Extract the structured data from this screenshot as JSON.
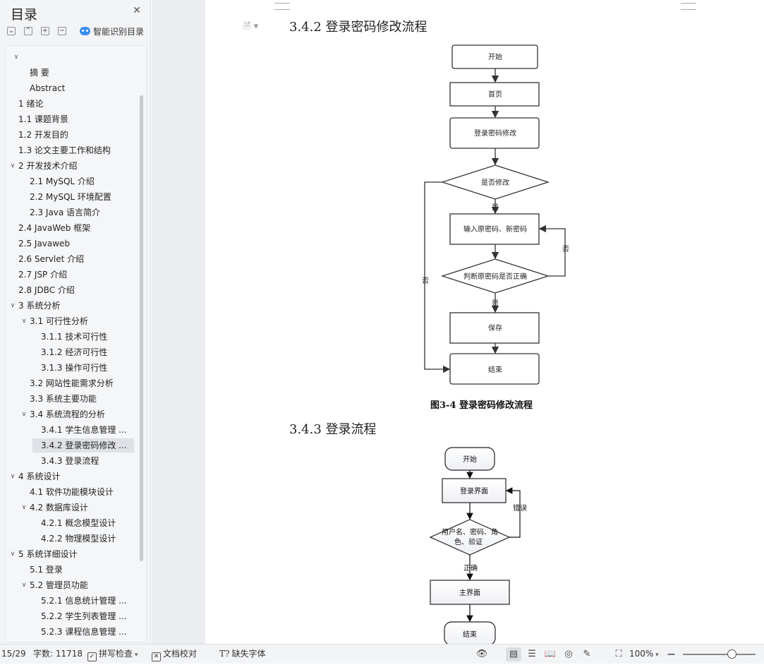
{
  "sidebar": {
    "title": "目录",
    "smart_toc_label": "智能识别目录",
    "toc_items": [
      {
        "label": "",
        "level": 0,
        "chevron": "down"
      },
      {
        "label": "摘    要",
        "level": 2
      },
      {
        "label": "Abstract",
        "level": 2
      },
      {
        "label": "1 绪论",
        "level": 1
      },
      {
        "label": "1.1 课题背景",
        "level": 1
      },
      {
        "label": "1.2 开发目的",
        "level": 1
      },
      {
        "label": "1.3  论文主要工作和结构",
        "level": 1
      },
      {
        "label": "2 开发技术介绍",
        "level": 1,
        "chevron": "down"
      },
      {
        "label": "2.1 MySQL  介绍",
        "level": 2
      },
      {
        "label": "2.2 MySQL 环境配置",
        "level": 2
      },
      {
        "label": "2.3 Java 语言简介",
        "level": 2
      },
      {
        "label": "2.4 JavaWeb 框架",
        "level": 1
      },
      {
        "label": "2.5 Javaweb",
        "level": 1
      },
      {
        "label": "2.6 Servlet 介绍",
        "level": 1
      },
      {
        "label": "2.7 JSP 介绍",
        "level": 1
      },
      {
        "label": "2.8 JDBC 介绍",
        "level": 1
      },
      {
        "label": "3 系统分析",
        "level": 1,
        "chevron": "down"
      },
      {
        "label": "3.1 可行性分析",
        "level": 2,
        "chevron": "down"
      },
      {
        "label": "3.1.1 技术可行性",
        "level": 3
      },
      {
        "label": "3.1.2 经济可行性",
        "level": 3
      },
      {
        "label": "3.1.3 操作可行性",
        "level": 3
      },
      {
        "label": "3.2 网站性能需求分析",
        "level": 2
      },
      {
        "label": "3.3 系统主要功能",
        "level": 2
      },
      {
        "label": "3.4 系统流程的分析",
        "level": 2,
        "chevron": "down"
      },
      {
        "label": "3.4.1  学生信息管理 ...",
        "level": 3
      },
      {
        "label": "3.4.2  登录密码修改 ...",
        "level": 3,
        "active": true
      },
      {
        "label": "3.4.3  登录流程",
        "level": 3
      },
      {
        "label": "4 系统设计",
        "level": 1,
        "chevron": "down"
      },
      {
        "label": "4.1  软件功能模块设计",
        "level": 2
      },
      {
        "label": "4.2  数据库设计",
        "level": 2,
        "chevron": "down"
      },
      {
        "label": "4.2.1  概念模型设计",
        "level": 3
      },
      {
        "label": "4.2.2  物理模型设计",
        "level": 3
      },
      {
        "label": "5 系统详细设计",
        "level": 1,
        "chevron": "down"
      },
      {
        "label": "5.1 登录",
        "level": 2
      },
      {
        "label": "5.2 管理员功能",
        "level": 2,
        "chevron": "down"
      },
      {
        "label": "5.2.1 信息统计管理 ...",
        "level": 3
      },
      {
        "label": "5.2.2 学生列表管理 ...",
        "level": 3
      },
      {
        "label": "5.2.3 课程信息管理 ...",
        "level": 3
      }
    ]
  },
  "document": {
    "heading_1": "3.4.2  登录密码修改流程",
    "flow1": {
      "start": "开始",
      "home": "首页",
      "login_pwd_change": "登录密码修改",
      "decision_modify": "是否修改",
      "yes_1": "是",
      "input_pwd": "输入原密码、新密码",
      "no_right": "否",
      "decision_check": "判断原密码是否正确",
      "no_left": "否",
      "yes_2": "是",
      "save": "保存",
      "end": "结束"
    },
    "caption_1": "图3-4  登录密码修改流程",
    "heading_2": "3.4.3  登录流程",
    "flow2": {
      "start": "开始",
      "login_screen": "登录界面",
      "error": "错误",
      "decision_line1": "用户名、密码、角",
      "decision_line2": "色、验证",
      "correct": "正确",
      "main_screen": "主界面",
      "end": "结束"
    }
  },
  "statusbar": {
    "page": "15/29",
    "word_count": "字数: 11718",
    "spell_check": "拼写检查",
    "doc_proof": "文档校对",
    "missing_font": "缺失字体",
    "zoom": "100%"
  }
}
